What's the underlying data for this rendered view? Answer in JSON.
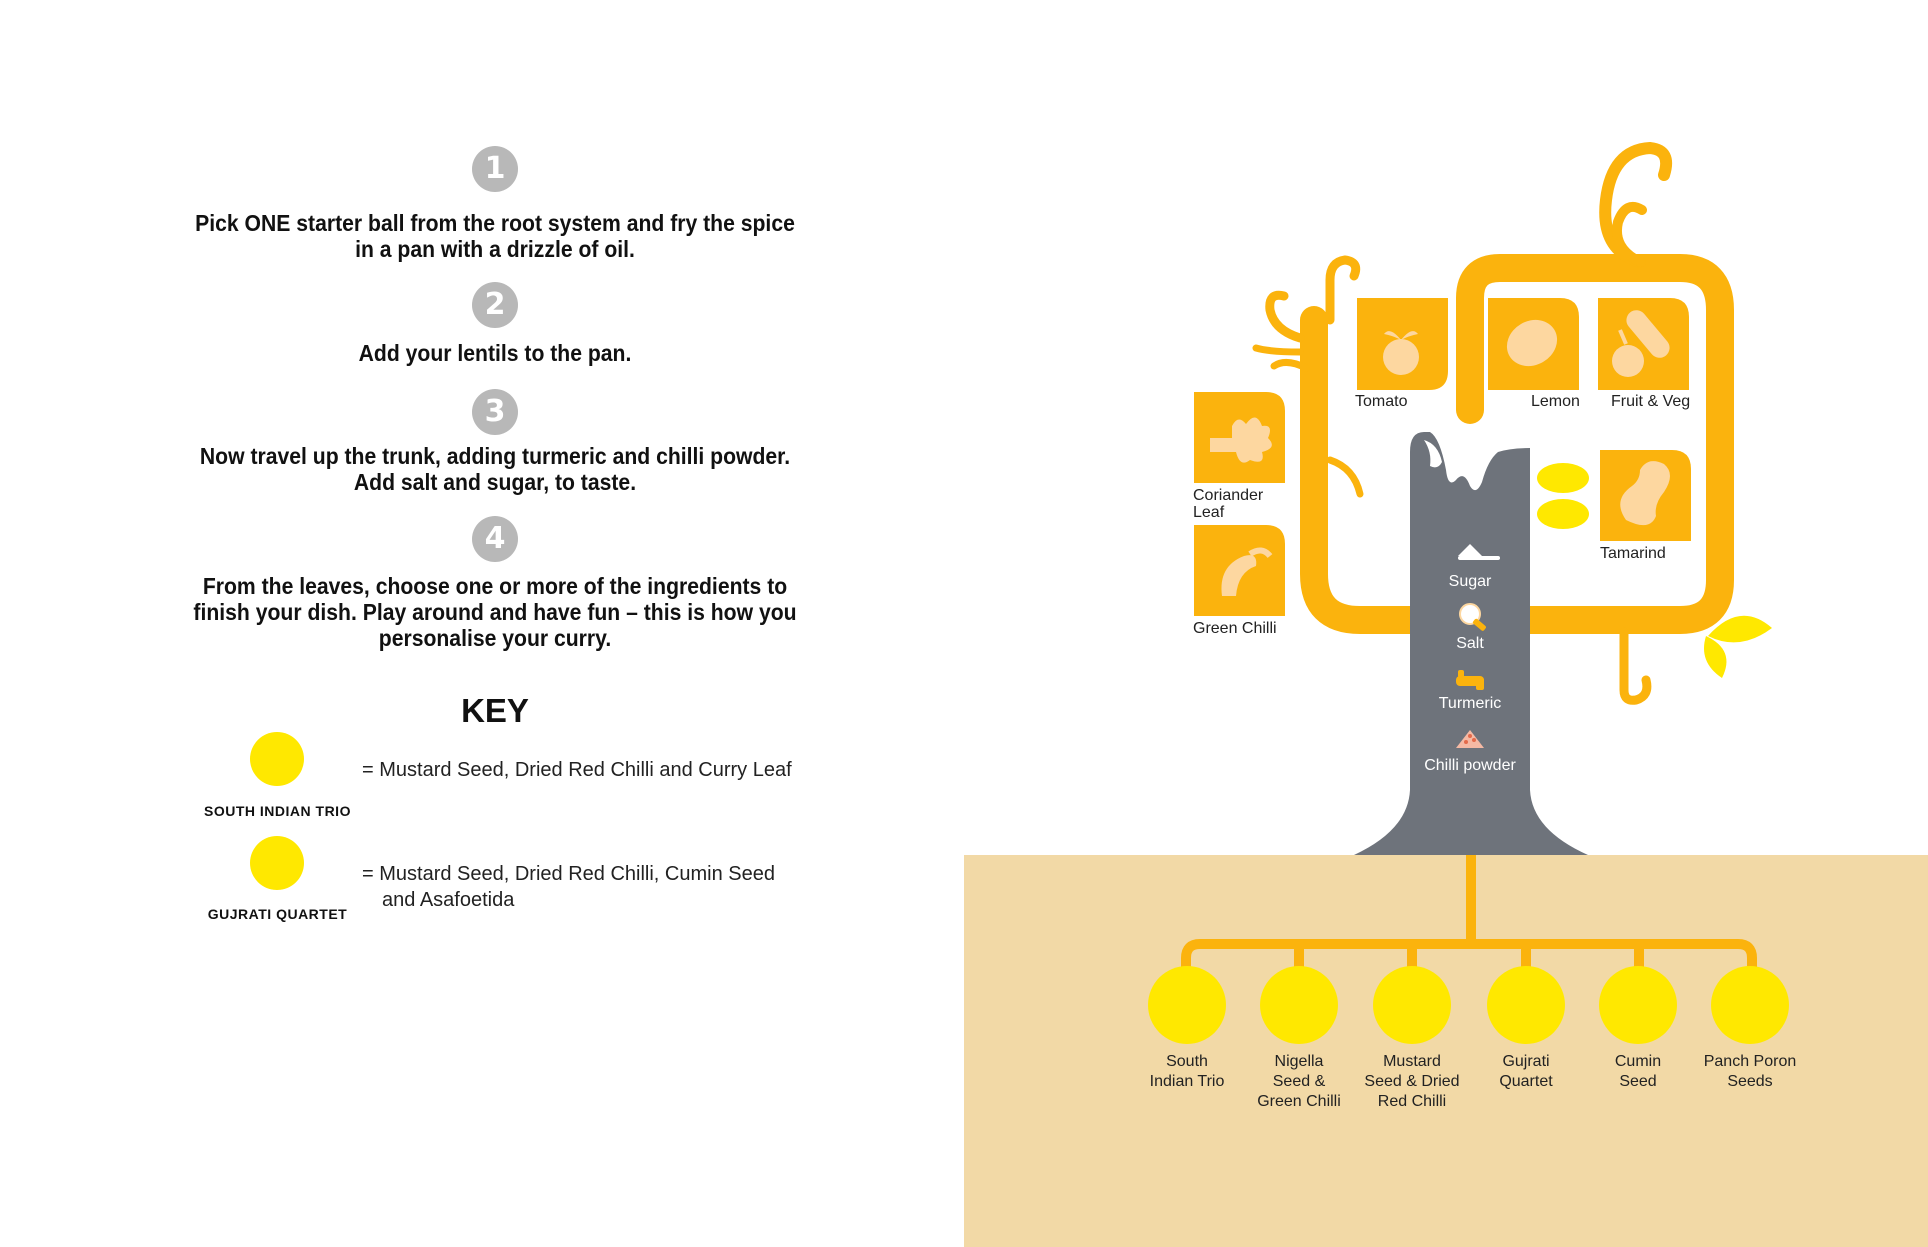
{
  "steps": [
    {
      "number": "1",
      "text_line1": "Pick ONE starter ball from the root system and fry the spice",
      "text_line2": "in a pan with a drizzle of oil."
    },
    {
      "number": "2",
      "text_line1": "Add your lentils to the pan.",
      "text_line2": ""
    },
    {
      "number": "3",
      "text_line1": "Now travel up the trunk, adding turmeric and chilli powder.",
      "text_line2": "Add salt and sugar, to taste."
    },
    {
      "number": "4",
      "text_line1": "From the leaves, choose one or more of the ingredients to",
      "text_line2": "finish your dish. Play around and have fun – this is how you",
      "text_line3": "personalise your curry."
    }
  ],
  "key": {
    "title": "KEY",
    "items": [
      {
        "name": "SOUTH INDIAN TRIO",
        "desc_line1": "= Mustard Seed, Dried Red Chilli and Curry Leaf",
        "desc_line2": ""
      },
      {
        "name": "GUJRATI QUARTET",
        "desc_line1": "= Mustard Seed, Dried Red Chilli, Cumin Seed",
        "desc_line2": "and Asafoetida"
      }
    ],
    "dot_color": "#ffe800"
  },
  "leaves": {
    "tomato": "Tomato",
    "lemon": "Lemon",
    "fruit_veg": "Fruit & Veg",
    "coriander_line1": "Coriander",
    "coriander_line2": "Leaf",
    "green_chilli": "Green Chilli",
    "tamarind": "Tamarind"
  },
  "trunk": {
    "sugar": "Sugar",
    "salt": "Salt",
    "turmeric": "Turmeric",
    "chilli_powder": "Chilli powder"
  },
  "roots": [
    {
      "line1": "South",
      "line2": "Indian Trio",
      "line3": ""
    },
    {
      "line1": "Nigella",
      "line2": "Seed &",
      "line3": "Green Chilli"
    },
    {
      "line1": "Mustard",
      "line2": "Seed & Dried",
      "line3": "Red Chilli"
    },
    {
      "line1": "Gujrati",
      "line2": "Quartet",
      "line3": ""
    },
    {
      "line1": "Cumin",
      "line2": "Seed",
      "line3": ""
    },
    {
      "line1": "Panch Poron",
      "line2": "Seeds",
      "line3": ""
    }
  ],
  "colors": {
    "orange": "#fbb30d",
    "trunk_grey": "#6e737b",
    "ground": "#f2d9a6",
    "ball_yellow": "#ffe800",
    "step_grey": "#b8b8b8"
  }
}
